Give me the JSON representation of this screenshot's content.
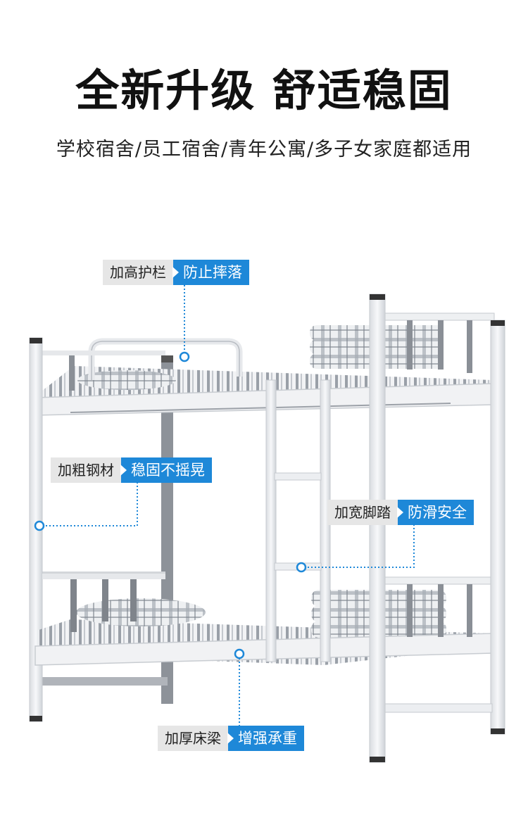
{
  "header": {
    "title": "全新升级 舒适稳固",
    "subtitle": "学校宿舍/员工宿舍/青年公寓/多子女家庭都适用"
  },
  "callouts": [
    {
      "label": "加高护栏",
      "highlight": "防止摔落"
    },
    {
      "label": "加粗钢材",
      "highlight": "稳固不摇晃"
    },
    {
      "label": "加宽脚踏",
      "highlight": "防滑安全"
    },
    {
      "label": "加厚床梁",
      "highlight": "增强承重"
    }
  ],
  "colors": {
    "accent": "#1e88d8",
    "tag_bg": "#e6e6e6",
    "frame": "#eef0f3"
  }
}
